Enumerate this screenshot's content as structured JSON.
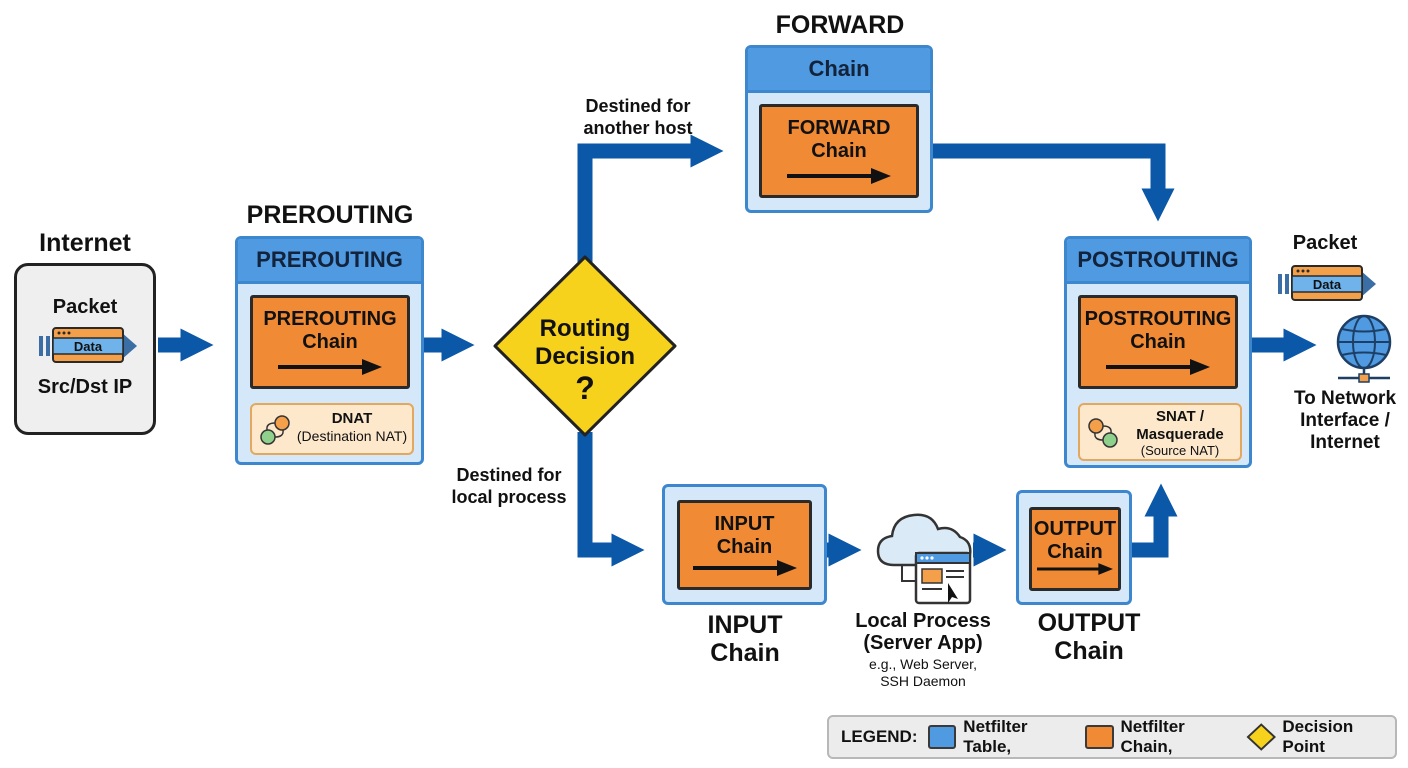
{
  "internet": {
    "heading": "Internet",
    "packet_label": "Packet",
    "data_label": "Data",
    "ip_label": "Src/Dst IP"
  },
  "prerouting": {
    "heading": "PREROUTING",
    "table_title": "PREROUTING",
    "chain_line1": "PREROUTING",
    "chain_line2": "Chain",
    "nat_title": "DNAT",
    "nat_sub": "(Destination NAT)"
  },
  "routing": {
    "line1": "Routing",
    "line2": "Decision",
    "symbol": "?",
    "branch_forward": [
      "Destined for",
      "another host"
    ],
    "branch_local": [
      "Destined for",
      "local process"
    ]
  },
  "forward": {
    "heading": "FORWARD",
    "table_title": "Chain",
    "chain_line1": "FORWARD",
    "chain_line2": "Chain"
  },
  "input": {
    "chain_line1": "INPUT",
    "chain_line2": "Chain",
    "caption_line1": "INPUT",
    "caption_line2": "Chain"
  },
  "local_process": {
    "line1": "Local Process",
    "line2": "(Server App)",
    "example1": "e.g., Web Server,",
    "example2": "SSH Daemon"
  },
  "output": {
    "chain_line1": "OUTPUT",
    "chain_line2": "Chain",
    "caption_line1": "OUTPUT",
    "caption_line2": "Chain"
  },
  "postrouting": {
    "table_title": "POSTROUTING",
    "chain_line1": "POSTROUTING",
    "chain_line2": "Chain",
    "nat_line1": "SNAT /",
    "nat_line2": "Masquerade",
    "nat_line3": "(Source NAT)"
  },
  "exit": {
    "packet_label": "Packet",
    "data_label": "Data",
    "line1": "To Network",
    "line2": "Interface /",
    "line3": "Internet"
  },
  "legend": {
    "prefix": "LEGEND:",
    "item1": "Netfilter Table,",
    "item2": "Netfilter Chain,",
    "item3": "Decision Point"
  },
  "colors": {
    "flow_arrow": "#0b57a8",
    "table_fill": "#d4e8fa",
    "table_header": "#4f9ae0",
    "chain_fill": "#f18a34",
    "decision_fill": "#f7d21c",
    "nat_fill": "#fde8cc"
  }
}
